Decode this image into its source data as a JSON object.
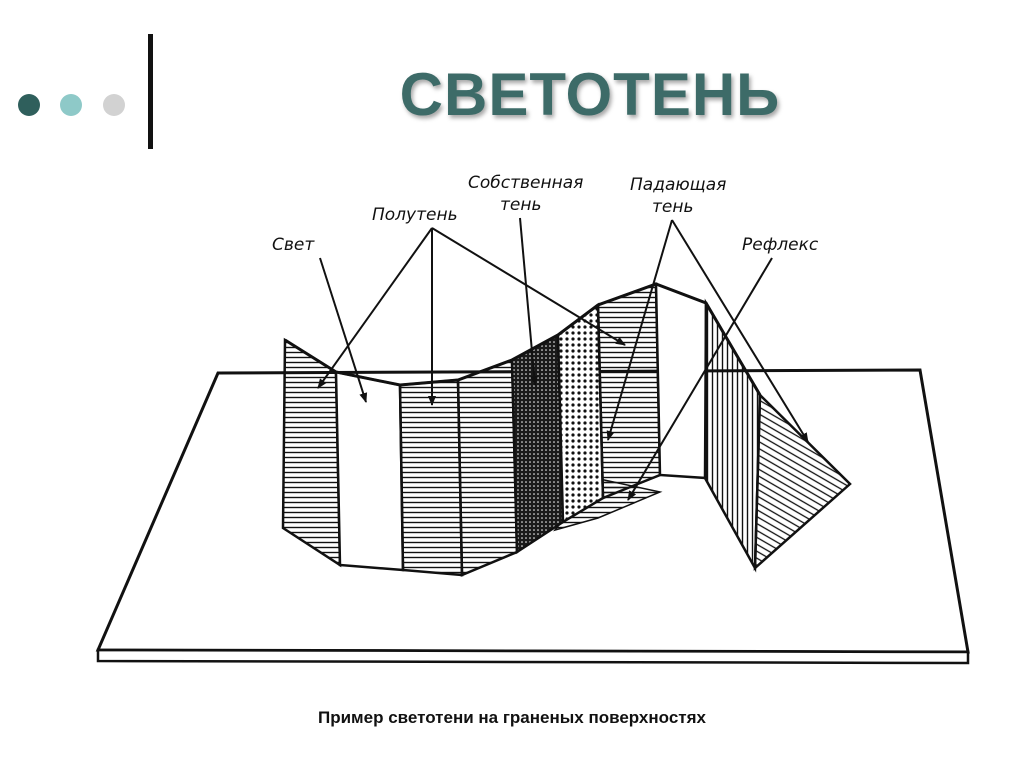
{
  "slide": {
    "title": "СВЕТОТЕНЬ",
    "caption": "Пример светотени на граненых поверхностях",
    "title_color": "#3d6b68",
    "accent_colors": {
      "dot1": "#2f5f5c",
      "dot2": "#8ec9c8",
      "dot3": "#d2d2d2"
    }
  },
  "illustration": {
    "labels": {
      "svet": "Свет",
      "poluten": "Полутень",
      "sobstvennaya_1": "Собственная",
      "sobstvennaya_2": "тень",
      "padayushchaya_1": "Падающая",
      "padayushchaya_2": "тень",
      "refleks": "Рефлекс"
    }
  }
}
